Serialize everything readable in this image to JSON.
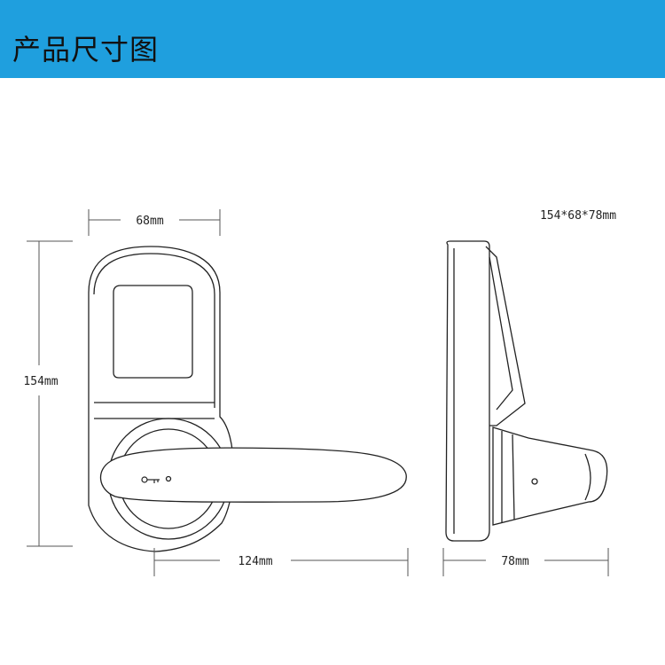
{
  "header": {
    "title": "产品尺寸图",
    "background": "#1f9fde"
  },
  "dimensions": {
    "width": "68mm",
    "height": "154mm",
    "handle_length": "124mm",
    "depth": "78mm",
    "overall": "154*68*78mm"
  },
  "icons": {
    "key": "key-icon",
    "screw": "screw-hole-icon"
  }
}
